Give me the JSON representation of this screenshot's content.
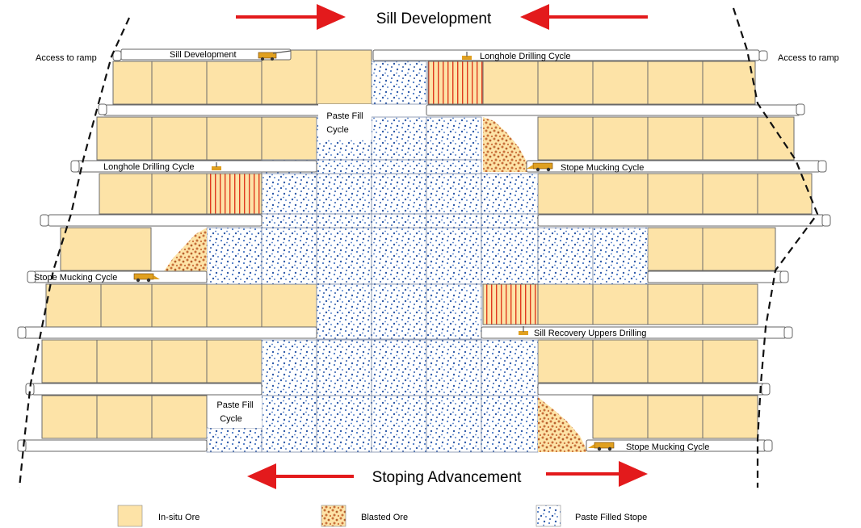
{
  "header": {
    "title": "Sill Development",
    "footer_title": "Stoping Advancement"
  },
  "labels": {
    "access_left": "Access to ramp",
    "access_right": "Access to ramp",
    "sill_development": "Sill Development",
    "longhole_top": "Longhole Drilling Cycle",
    "paste_fill_top_1": "Paste Fill",
    "paste_fill_top_2": "Cycle",
    "longhole_left": "Longhole Drilling Cycle",
    "mucking_right_top": "Stope Mucking Cycle",
    "mucking_left": "Stope Mucking Cycle",
    "sill_recovery": "Sill Recovery Uppers Drilling",
    "paste_fill_bottom_1": "Paste Fill",
    "paste_fill_bottom_2": "Cycle",
    "mucking_right_bottom": "Stope Mucking Cycle"
  },
  "legend": {
    "items": [
      {
        "label": "In-situ Ore"
      },
      {
        "label": "Blasted Ore"
      },
      {
        "label": "Paste Filled Stope"
      }
    ]
  },
  "colors": {
    "ore": "#fde3a7",
    "blasted": "#c8703a",
    "paste": "#2f5aa8",
    "arrow": "#e31a1c",
    "drill": "#e03a1e"
  }
}
